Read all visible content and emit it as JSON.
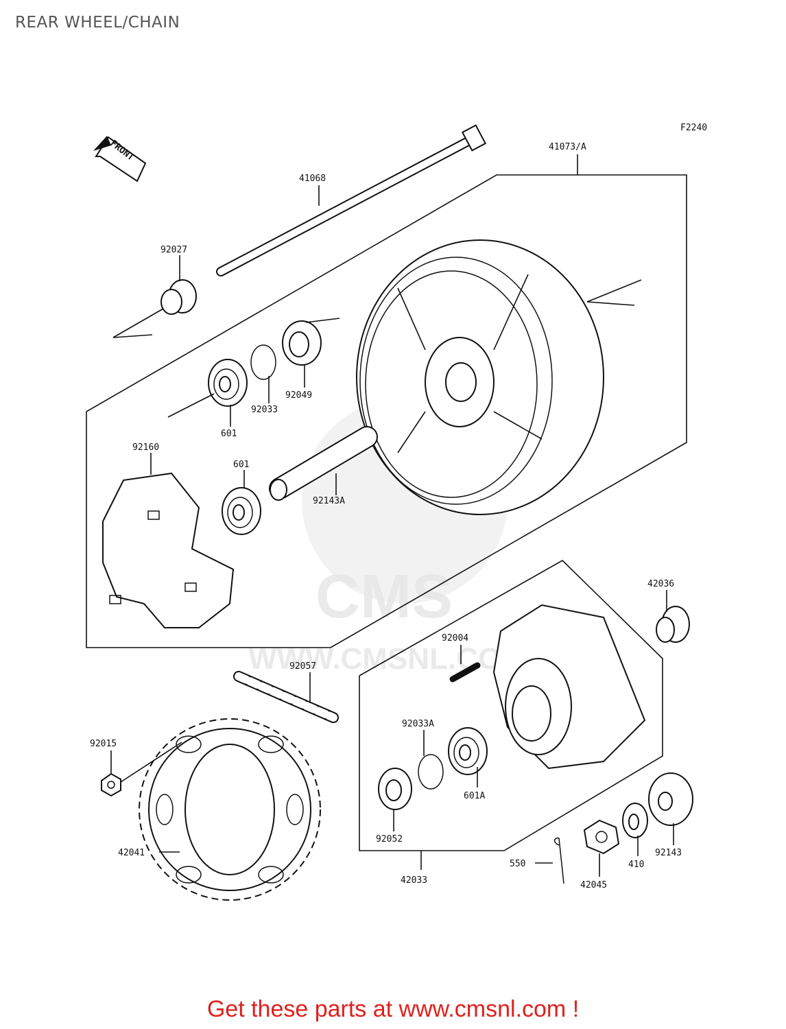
{
  "title": "REAR WHEEL/CHAIN",
  "figure_code": "F2240",
  "front_arrow_label": "FRONT",
  "watermark": {
    "brand": "CMS",
    "site": "WWW.CMSNL.COM"
  },
  "footer": "Get these parts at www.cmsnl.com !",
  "parts": [
    {
      "id": "41068",
      "label": "41068"
    },
    {
      "id": "41073",
      "label": "41073/A"
    },
    {
      "id": "92027",
      "label": "92027"
    },
    {
      "id": "92049",
      "label": "92049"
    },
    {
      "id": "92033",
      "label": "92033"
    },
    {
      "id": "601-a",
      "label": "601"
    },
    {
      "id": "601-b",
      "label": "601"
    },
    {
      "id": "92160",
      "label": "92160"
    },
    {
      "id": "92143A",
      "label": "92143A"
    },
    {
      "id": "42036",
      "label": "42036"
    },
    {
      "id": "92004",
      "label": "92004"
    },
    {
      "id": "92057",
      "label": "92057"
    },
    {
      "id": "92015",
      "label": "92015"
    },
    {
      "id": "92033A",
      "label": "92033A"
    },
    {
      "id": "601A",
      "label": "601A"
    },
    {
      "id": "92052",
      "label": "92052"
    },
    {
      "id": "42041",
      "label": "42041"
    },
    {
      "id": "42033",
      "label": "42033"
    },
    {
      "id": "550",
      "label": "550"
    },
    {
      "id": "42045",
      "label": "42045"
    },
    {
      "id": "410",
      "label": "410"
    },
    {
      "id": "92143",
      "label": "92143"
    }
  ]
}
